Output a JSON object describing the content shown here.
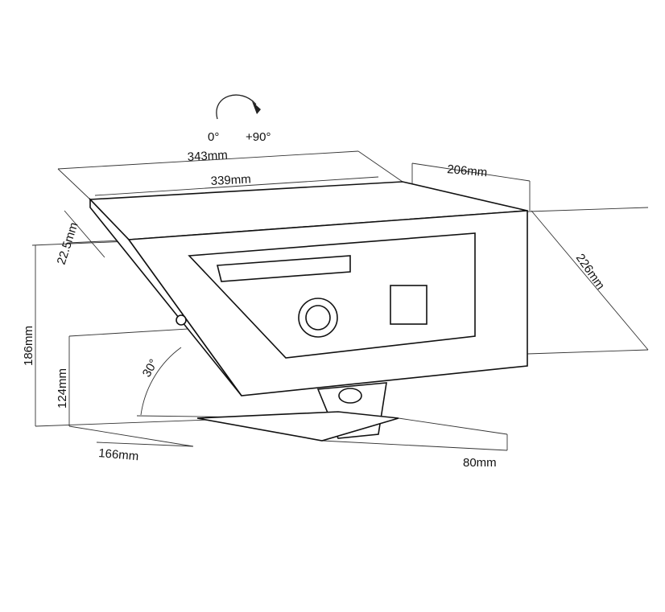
{
  "rotation": {
    "start": "0°",
    "end": "+90°"
  },
  "dimensions": {
    "outer_width": "343mm",
    "inner_width": "339mm",
    "depth": "206mm",
    "thickness": "22.5mm",
    "diagonal_height": "226mm",
    "total_height": "186mm",
    "low_height": "124mm",
    "tilt_angle": "30°",
    "base_length": "166mm",
    "base_width": "80mm"
  }
}
